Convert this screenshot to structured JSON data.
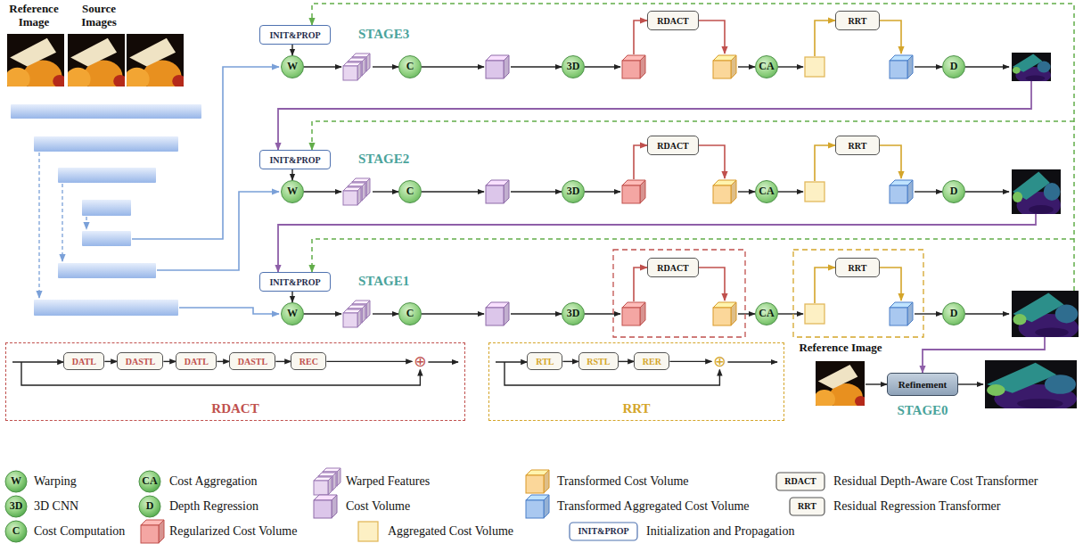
{
  "diagram": {
    "nodes": [
      {
        "text": [
          "INIT&PROP"
        ]
      },
      {
        "text": [
          "W"
        ]
      },
      {
        "text": [
          "C"
        ]
      },
      {
        "text": [
          "3D"
        ]
      },
      {
        "text": [
          "RDACT"
        ]
      },
      {
        "text": [
          "CA"
        ]
      },
      {
        "text": [
          "RRT"
        ]
      },
      {
        "text": [
          "D"
        ]
      },
      {
        "text": [
          "INIT&PROP"
        ]
      },
      {
        "text": [
          "W"
        ]
      },
      {
        "text": [
          "C"
        ]
      },
      {
        "text": [
          "3D"
        ]
      },
      {
        "text": [
          "RDACT"
        ]
      },
      {
        "text": [
          "CA"
        ]
      },
      {
        "text": [
          "RRT"
        ]
      },
      {
        "text": [
          "D"
        ]
      },
      {
        "text": [
          "INIT&PROP"
        ]
      },
      {
        "text": [
          "W"
        ]
      },
      {
        "text": [
          "C"
        ]
      },
      {
        "text": [
          "3D"
        ]
      },
      {
        "text": [
          "RDACT"
        ]
      },
      {
        "text": [
          "CA"
        ]
      },
      {
        "text": [
          "RRT"
        ]
      },
      {
        "text": [
          "D"
        ]
      },
      {
        "text": [
          "RDACT"
        ]
      },
      {
        "text": [
          "DATL"
        ],
        "in": 24
      },
      {
        "text": [
          "DASTL"
        ],
        "in": 24
      },
      {
        "text": [
          "DATL"
        ],
        "in": 24
      },
      {
        "text": [
          "DASTL"
        ],
        "in": 24
      },
      {
        "text": [
          "REC"
        ],
        "in": 24
      },
      {
        "text": [
          "⊕"
        ],
        "in": 24
      },
      {
        "text": [
          "RRT"
        ]
      },
      {
        "text": [
          "RTL"
        ],
        "in": 31
      },
      {
        "text": [
          "RSTL"
        ],
        "in": 31
      },
      {
        "text": [
          "RER"
        ],
        "in": 31
      },
      {
        "text": [
          "⊕"
        ],
        "in": 31
      },
      {
        "text": [
          "Refinement"
        ]
      }
    ],
    "edges": [
      {
        "from": 0,
        "to": 1,
        "arrow": "to"
      },
      {
        "from": 8,
        "to": 9,
        "arrow": "to"
      },
      {
        "from": 16,
        "to": 17,
        "arrow": "to"
      },
      {
        "from": 25,
        "to": 26,
        "arrow": "to"
      },
      {
        "from": 26,
        "to": 27,
        "arrow": "to"
      },
      {
        "from": 27,
        "to": 28,
        "arrow": "to"
      },
      {
        "from": 28,
        "to": 29,
        "arrow": "to"
      },
      {
        "from": 29,
        "to": 30,
        "arrow": "to"
      },
      {
        "from": 32,
        "to": 33,
        "arrow": "to"
      },
      {
        "from": 33,
        "to": 34,
        "arrow": "to"
      },
      {
        "from": 34,
        "to": 35,
        "arrow": "to"
      }
    ],
    "labels": [
      "Reference Image",
      "Source Images",
      "STAGE3",
      "STAGE2",
      "STAGE1",
      "Reference Image",
      "STAGE0",
      "W",
      "CA",
      "RDACT",
      "3D",
      "D",
      "RRT",
      "C",
      "INIT&PROP"
    ],
    "legend": [
      {
        "text": "Warping"
      },
      {
        "text": "Cost Aggregation"
      },
      {
        "text": "Warped Features"
      },
      {
        "text": "Transformed Cost Volume"
      },
      {
        "text": "Residual Depth-Aware Cost Transformer"
      },
      {
        "text": "3D CNN"
      },
      {
        "text": "Depth Regression"
      },
      {
        "text": "Cost Volume"
      },
      {
        "text": "Transformed Aggregated Cost Volume"
      },
      {
        "text": "Residual Regression Transformer"
      },
      {
        "text": "Cost Computation"
      },
      {
        "text": "Regularized Cost Volume"
      },
      {
        "text": "Aggregated Cost Volume",
        "color": "#fdf0c4"
      },
      {
        "text": "Initialization and Propagation"
      }
    ]
  }
}
